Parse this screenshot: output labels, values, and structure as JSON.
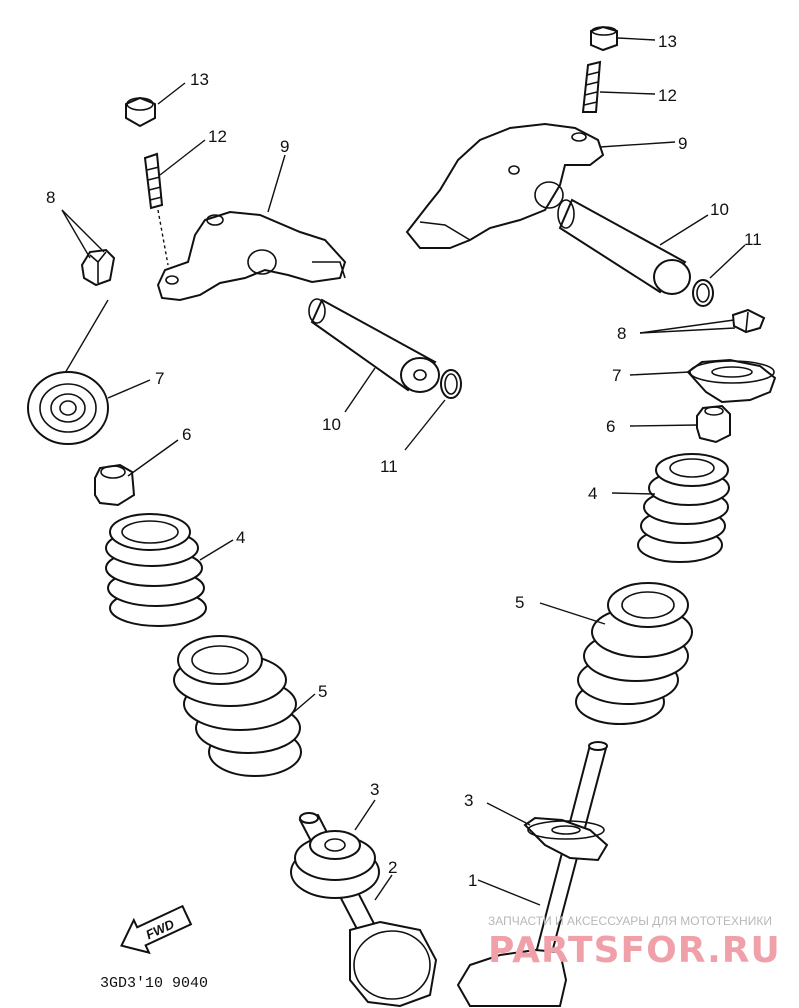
{
  "callouts": {
    "n1": "1",
    "n2": "2",
    "n3": "3",
    "n4": "4",
    "n5": "5",
    "n6": "6",
    "n7": "7",
    "n8": "8",
    "n9": "9",
    "n10": "10",
    "n11": "11",
    "n12": "12",
    "n13": "13"
  },
  "fwd_label": "FWD",
  "diagram_code": "3GD3'10 9040",
  "watermark": {
    "tagline": "ЗАПЧАСТИ И АКСЕССУАРЫ ДЛЯ МОТОТЕХНИКИ",
    "logo": "PARTSFOR.RU"
  }
}
